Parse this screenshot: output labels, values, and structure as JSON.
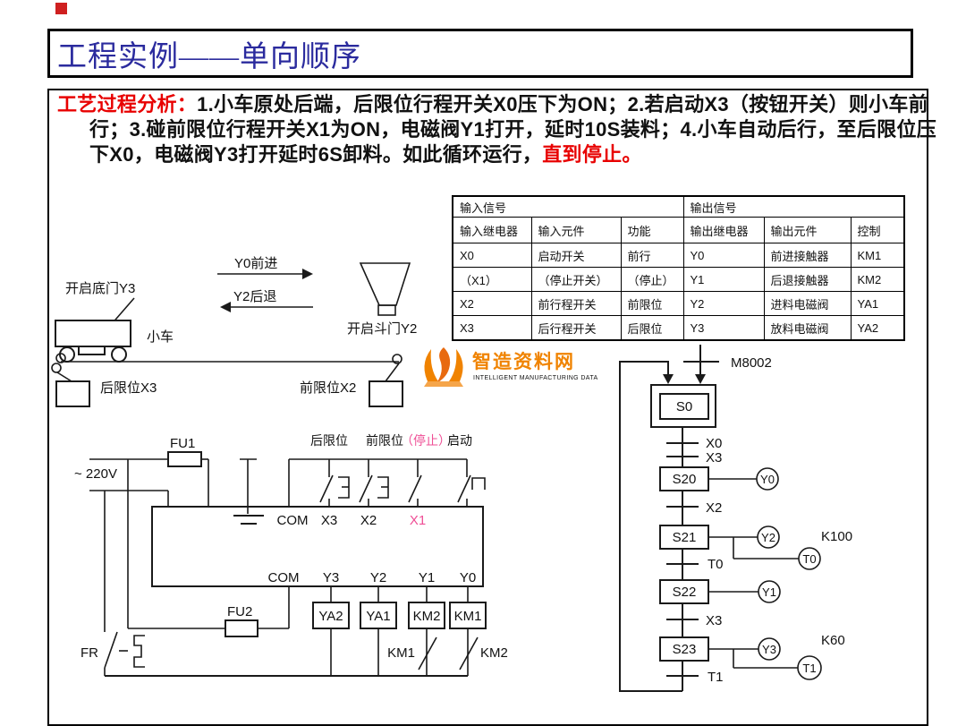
{
  "page": {
    "title": "工程实例——单向顺序"
  },
  "analysis": {
    "label": "工艺过程分析：",
    "body": "1.小车原处后端，后限位行程开关X0压下为ON；2.若启动X3（按钮开关）则小车前行；3.碰前限位行程开关X1为ON，电磁阀Y1打开，延时10S装料；4.小车自动后行，至后限位压下X0，电磁阀Y3打开延时6S卸料。如此循环运行，",
    "highlight": "直到停止。"
  },
  "io_table": {
    "group_headers": [
      "输入信号",
      "输出信号"
    ],
    "col_headers": [
      "输入继电器",
      "输入元件",
      "功能",
      "输出继电器",
      "输出元件",
      "控制"
    ],
    "rows": [
      [
        "X0",
        "启动开关",
        "前行",
        "Y0",
        "前进接触器",
        "KM1"
      ],
      [
        "（X1）",
        "（停止开关）",
        "（停止）",
        "Y1",
        "后退接触器",
        "KM2"
      ],
      [
        "X2",
        "前行程开关",
        "前限位",
        "Y2",
        "进料电磁阀",
        "YA1"
      ],
      [
        "X3",
        "后行程开关",
        "后限位",
        "Y3",
        "放料电磁阀",
        "YA2"
      ]
    ]
  },
  "cart": {
    "open_bottom_door": "开启底门Y3",
    "cart_label": "小车",
    "forward": "Y0前进",
    "backward": "Y2后退",
    "open_hopper_door": "开启斗门Y2",
    "rear_limit": "后限位X3",
    "front_limit": "前限位X2"
  },
  "logo": {
    "name": "智造资料网",
    "tagline": "INTELLIGENT MANUFACTURING DATA"
  },
  "circuit": {
    "supply": "~ 220V",
    "fu1": "FU1",
    "fu2": "FU2",
    "fr": "FR",
    "sw_labels": {
      "rear": "后限位",
      "front": "前限位",
      "stop": "（停止）",
      "start": "启动"
    },
    "top_terminals": {
      "com": "COM",
      "x3": "X3",
      "x2": "X2",
      "x1": "X1"
    },
    "bottom_terminals": {
      "com": "COM",
      "y3": "Y3",
      "y2": "Y2",
      "y1": "Y1",
      "y0": "Y0"
    },
    "coils": {
      "ya2": "YA2",
      "ya1": "YA1",
      "km2": "KM2",
      "km1": "KM1"
    },
    "interlocks": {
      "km1": "KM1",
      "km2": "KM2"
    }
  },
  "sfc": {
    "init_signal": "M8002",
    "steps": {
      "s0": "S0",
      "s20": "S20",
      "s21": "S21",
      "s22": "S22",
      "s23": "S23"
    },
    "transitions": {
      "x0": "X0",
      "x3a": "X3",
      "x2": "X2",
      "t0": "T0",
      "x3b": "X3",
      "t1": "T1"
    },
    "outputs": {
      "y0": "Y0",
      "y2": "Y2",
      "t0": "T0",
      "y1": "Y1",
      "y3": "Y3",
      "t1": "T1"
    },
    "timer_k100": "K100",
    "timer_k60": "K60"
  },
  "colors": {
    "title_blue": "#2b2b9e",
    "highlight_red": "#e80000",
    "pink": "#ef4f96",
    "logo_orange": "#f08300",
    "line": "#1a1a1a"
  }
}
